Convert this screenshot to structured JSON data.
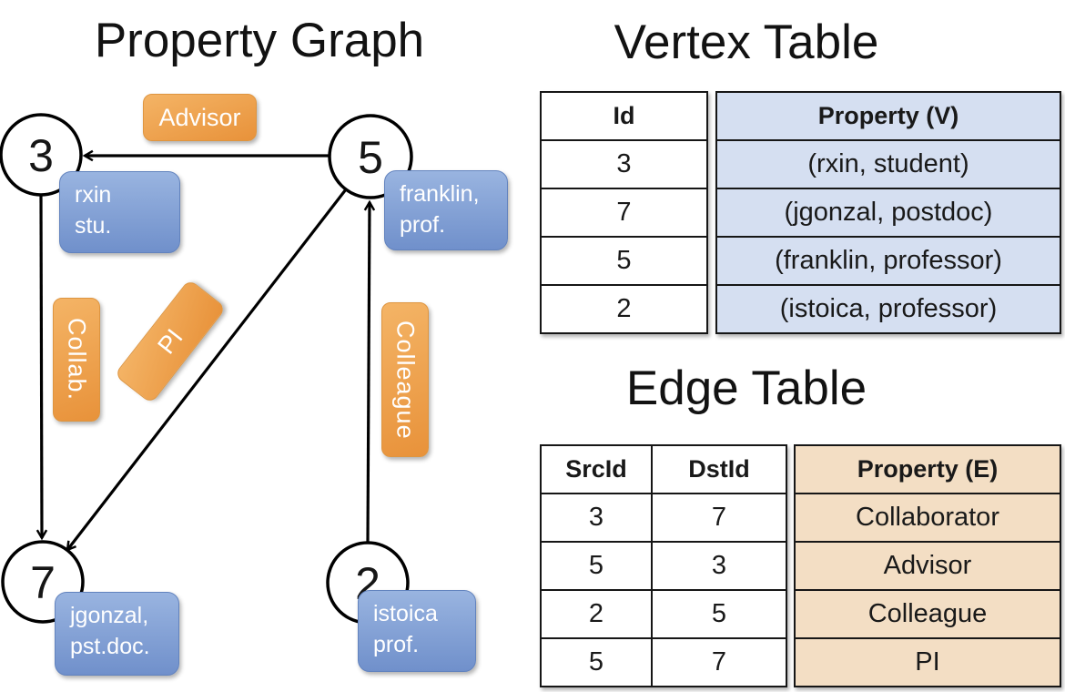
{
  "titles": {
    "graph": "Property Graph",
    "vertex": "Vertex Table",
    "edge": "Edge Table"
  },
  "graph": {
    "nodes": [
      {
        "id": "3",
        "line1": "rxin",
        "line2": "stu."
      },
      {
        "id": "5",
        "line1": "franklin,",
        "line2": "prof."
      },
      {
        "id": "7",
        "line1": "jgonzal,",
        "line2": "pst.doc."
      },
      {
        "id": "2",
        "line1": "istoica",
        "line2": "prof."
      }
    ],
    "edge_labels": {
      "advisor": "Advisor",
      "collab": "Collab.",
      "pi": "PI",
      "colleague": "Colleague"
    }
  },
  "vertex_table": {
    "headers": {
      "id": "Id",
      "property": "Property (V)"
    },
    "rows": [
      {
        "id": "3",
        "property": "(rxin, student)"
      },
      {
        "id": "7",
        "property": "(jgonzal, postdoc)"
      },
      {
        "id": "5",
        "property": "(franklin, professor)"
      },
      {
        "id": "2",
        "property": "(istoica, professor)"
      }
    ]
  },
  "edge_table": {
    "headers": {
      "src": "SrcId",
      "dst": "DstId",
      "property": "Property (E)"
    },
    "rows": [
      {
        "src": "3",
        "dst": "7",
        "property": "Collaborator"
      },
      {
        "src": "5",
        "dst": "3",
        "property": "Advisor"
      },
      {
        "src": "2",
        "dst": "5",
        "property": "Colleague"
      },
      {
        "src": "5",
        "dst": "7",
        "property": "PI"
      }
    ]
  },
  "colors": {
    "orange-top": "#F4B466",
    "orange-bottom": "#E8923A",
    "orange-border": "#DE9540",
    "blue-top": "#99B4E0",
    "blue-bottom": "#7090CB",
    "blue-border": "#6283BE",
    "cell-blue": "#D5DFF1",
    "cell-peach": "#F3DEC4",
    "line": "#000000"
  }
}
